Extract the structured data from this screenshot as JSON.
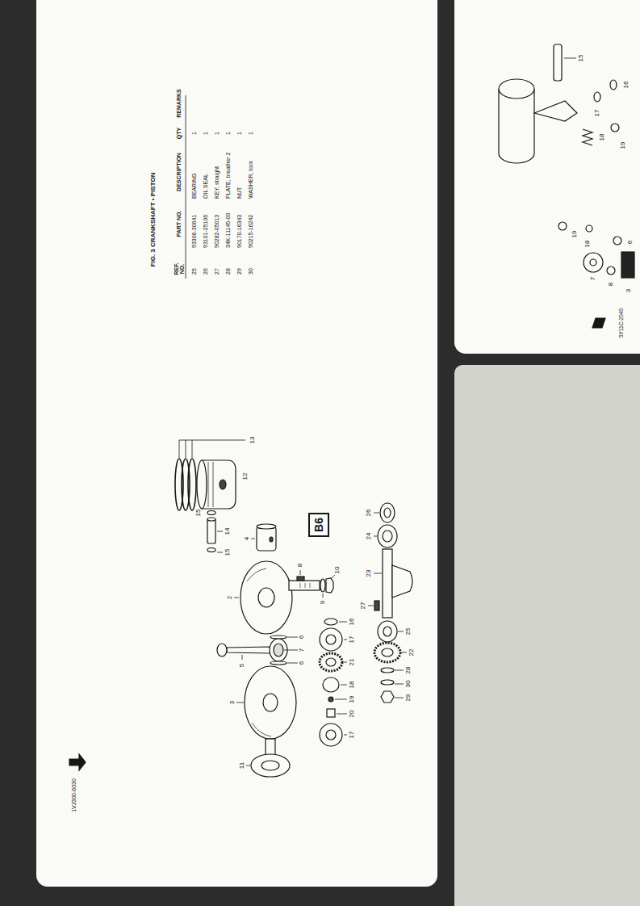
{
  "diagram": {
    "title": "FIG. 3 CRANKSHAFT • PISTON",
    "nodes": [
      {
        "text": [
          "B6"
        ]
      }
    ],
    "labels": [
      "REF. NO.",
      "PART NO.",
      "DESCRIPTION",
      "QTY",
      "REMARKS",
      "25",
      "93306-30641",
      "BEARING",
      "1",
      "26",
      "93101-25106",
      "OIL SEAL",
      "1",
      "27",
      "90282-05013",
      "KEY, straight",
      "1",
      "28",
      "34K-11145-00",
      "PLATE, breather 2",
      "1",
      "29",
      "90170-16343",
      "NUT",
      "1",
      "30",
      "90215-16242",
      "WASHER, lock",
      "1",
      "13",
      "12",
      "15",
      "14",
      "15",
      "4",
      "2",
      "8",
      "10",
      "9",
      "6",
      "7",
      "5",
      "6",
      "3",
      "11",
      "26",
      "24",
      "23",
      "27",
      "16",
      "17",
      "21",
      "18",
      "19",
      "20",
      "17",
      "22",
      "25",
      "28",
      "30",
      "29",
      "1VJ300-6030",
      "15",
      "16",
      "17",
      "18",
      "19",
      "19",
      "18",
      "6",
      "7",
      "8",
      "3",
      "5Y11C-2040"
    ]
  }
}
